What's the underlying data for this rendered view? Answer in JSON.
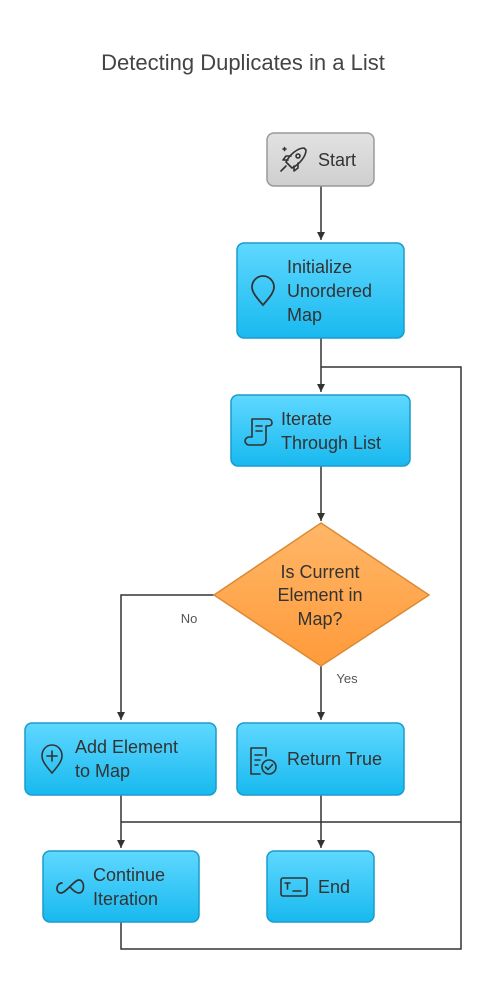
{
  "title": "Detecting Duplicates in a List",
  "nodes": {
    "start": {
      "lines": [
        "Start"
      ],
      "icon": "rocket-icon"
    },
    "init": {
      "lines": [
        "Initialize",
        "Unordered",
        "Map"
      ],
      "icon": "map-pin-icon"
    },
    "iterate": {
      "lines": [
        "Iterate",
        "Through List"
      ],
      "icon": "scroll-icon"
    },
    "decision": {
      "lines": [
        "Is Current",
        "Element in",
        "Map?"
      ]
    },
    "add": {
      "lines": [
        "Add Element",
        "to Map"
      ],
      "icon": "add-location-icon"
    },
    "return": {
      "lines": [
        "Return True"
      ],
      "icon": "checklist-icon"
    },
    "continue": {
      "lines": [
        "Continue",
        "Iteration"
      ],
      "icon": "loop-icon"
    },
    "end": {
      "lines": [
        "End"
      ],
      "icon": "terminal-icon"
    }
  },
  "edge_labels": {
    "no": "No",
    "yes": "Yes"
  },
  "colors": {
    "process_fill": "#1ec3f7",
    "process_stroke": "#1a9ccb",
    "terminal_fill": "#d9d9d9",
    "terminal_stroke": "#9a9a9a",
    "decision_fill": "#ffa444",
    "decision_stroke": "#dc8a36",
    "line": "#333333"
  }
}
